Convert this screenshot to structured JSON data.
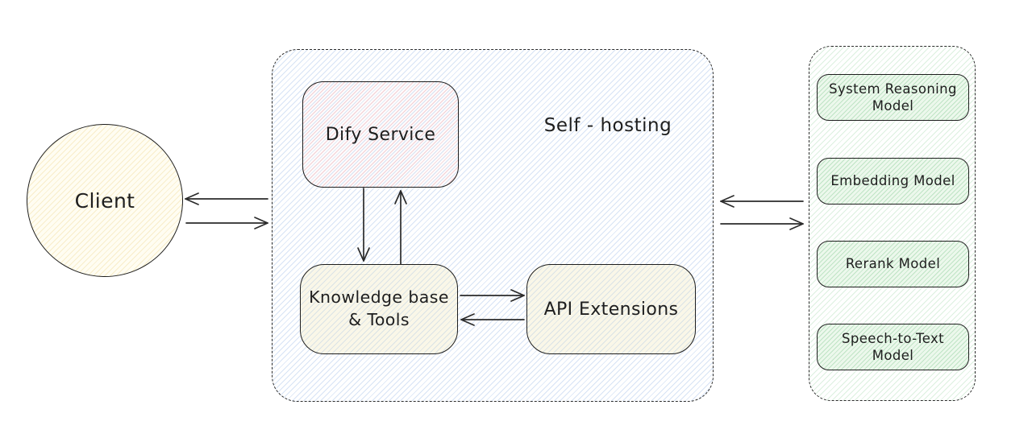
{
  "diagram": {
    "client": {
      "label": "Client"
    },
    "self_hosting": {
      "title": "Self - hosting",
      "nodes": {
        "dify_service": {
          "label": "Dify Service"
        },
        "knowledge_base": {
          "label": "Knowledge base & Tools"
        },
        "api_extensions": {
          "label": "API Extensions"
        }
      }
    },
    "models": {
      "items": [
        {
          "label": "System Reasoning Model"
        },
        {
          "label": "Embedding Model"
        },
        {
          "label": "Rerank Model"
        },
        {
          "label": "Speech-to-Text Model"
        }
      ]
    },
    "connections": [
      {
        "from": "self-hosting",
        "to": "client"
      },
      {
        "from": "client",
        "to": "self-hosting"
      },
      {
        "from": "dify-service",
        "to": "knowledge-base-tools"
      },
      {
        "from": "knowledge-base-tools",
        "to": "dify-service"
      },
      {
        "from": "knowledge-base-tools",
        "to": "api-extensions"
      },
      {
        "from": "api-extensions",
        "to": "knowledge-base-tools"
      },
      {
        "from": "models",
        "to": "self-hosting"
      },
      {
        "from": "self-hosting",
        "to": "models"
      }
    ],
    "colors": {
      "ink": "#1e1e1e",
      "hatch_blue": "#79a3de",
      "hatch_pink": "#db7887",
      "hatch_yellow": "#e7c96e",
      "hatch_green": "#76c285",
      "cream_fill": "#faf7e8",
      "green_fill": "#ecf8ec",
      "client_fill": "#fffdf2"
    }
  }
}
